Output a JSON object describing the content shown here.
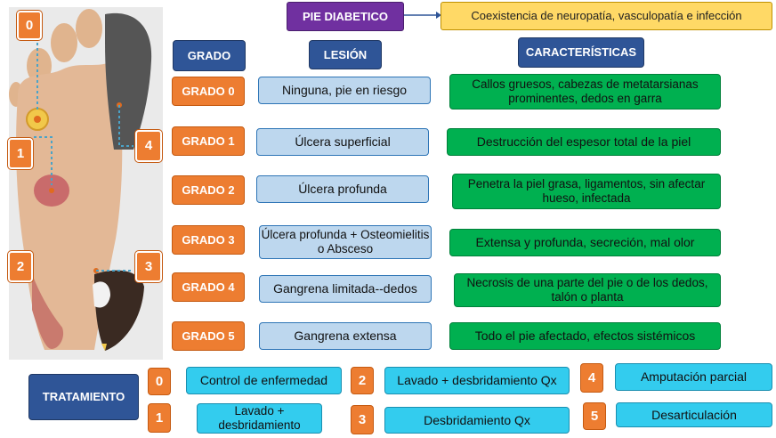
{
  "header": {
    "title": "PIE DIABETICO",
    "definition": "Coexistencia de neuropatía, vasculopatía e infección"
  },
  "columns": {
    "grado": "GRADO",
    "lesion": "LESIÓN",
    "caracteristicas": "CARACTERÍSTICAS"
  },
  "grades": [
    {
      "grado": "GRADO 0",
      "lesion": "Ninguna, pie en riesgo",
      "caracteristicas": "Callos gruesos, cabezas de metatarsianas prominentes, dedos en garra"
    },
    {
      "grado": "GRADO 1",
      "lesion": "Úlcera superficial",
      "caracteristicas": "Destrucción del espesor total de la piel"
    },
    {
      "grado": "GRADO 2",
      "lesion": "Úlcera profunda",
      "caracteristicas": "Penetra la piel grasa, ligamentos, sin afectar hueso, infectada"
    },
    {
      "grado": "GRADO 3",
      "lesion": "Úlcera profunda + Osteomielitis o Absceso",
      "caracteristicas": "Extensa y profunda, secreción, mal olor"
    },
    {
      "grado": "GRADO 4",
      "lesion": "Gangrena limitada--dedos",
      "caracteristicas": "Necrosis de una parte del pie o de los dedos, talón o planta"
    },
    {
      "grado": "GRADO 5",
      "lesion": "Gangrena extensa",
      "caracteristicas": "Todo el pie afectado, efectos sistémicos"
    }
  ],
  "treatment": {
    "label": "TRATAMIENTO",
    "items": [
      {
        "num": "0",
        "text": "Control de enfermedad"
      },
      {
        "num": "1",
        "text": "Lavado + desbridamiento"
      },
      {
        "num": "2",
        "text": "Lavado + desbridamiento Qx"
      },
      {
        "num": "3",
        "text": "Desbridamiento Qx"
      },
      {
        "num": "4",
        "text": "Amputación parcial"
      },
      {
        "num": "5",
        "text": "Desarticulación"
      }
    ]
  },
  "foot_markers": [
    "0",
    "1",
    "2",
    "3",
    "4"
  ]
}
